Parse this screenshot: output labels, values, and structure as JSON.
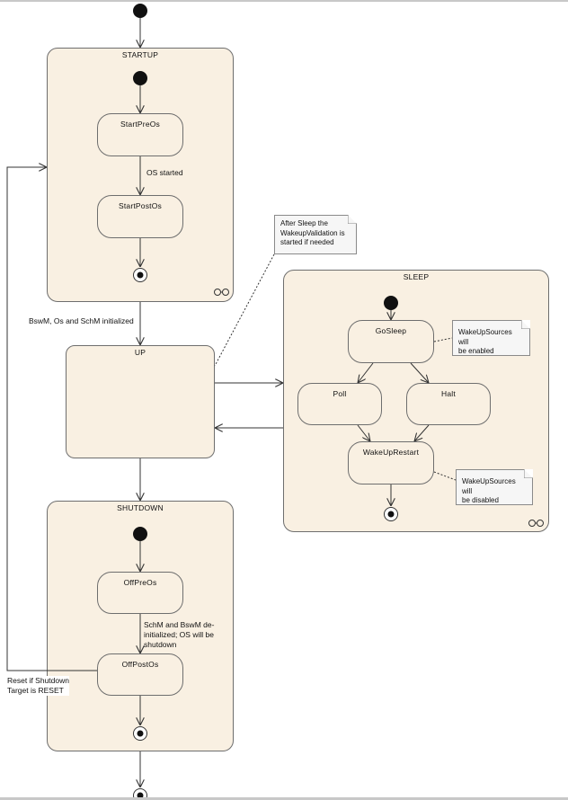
{
  "states": {
    "startup": "STARTUP",
    "start_pre_os": "StartPreOs",
    "start_post_os": "StartPostOs",
    "up": "UP",
    "shutdown": "SHUTDOWN",
    "off_pre_os": "OffPreOs",
    "off_post_os": "OffPostOs",
    "sleep": "SLEEP",
    "go_sleep": "GoSleep",
    "poll": "Poll",
    "halt": "Halt",
    "wakeup_restart": "WakeUpRestart"
  },
  "transitions": {
    "os_started": "OS started",
    "initialized": "BswM, Os and SchM initialized",
    "deinit_line1": "SchM and BswM de-",
    "deinit_line2": "initialized; OS will be",
    "deinit_line3": "shutdown",
    "reset_line1": "Reset if Shutdown",
    "reset_line2": "Target is RESET"
  },
  "notes": {
    "after_sleep_line1": "After Sleep the",
    "after_sleep_line2": "WakeupValidation is",
    "after_sleep_line3": "started if needed",
    "enabled_line1": "WakeUpSources will",
    "enabled_line2": "be enabled",
    "disabled_line1": "WakeUpSources will",
    "disabled_line2": "be disabled"
  }
}
